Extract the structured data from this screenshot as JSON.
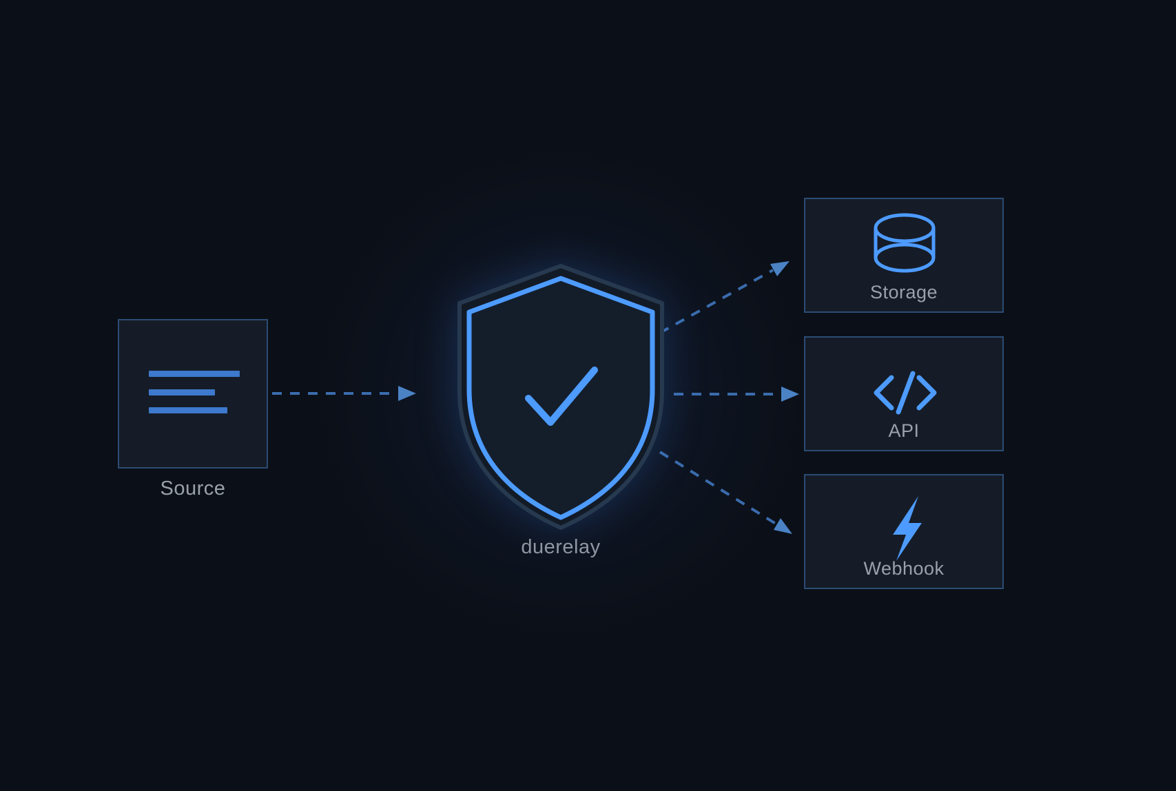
{
  "diagram": {
    "source": {
      "label": "Source",
      "icon": "text-lines-icon"
    },
    "relay": {
      "label": "duerelay",
      "icon": "shield-check-icon"
    },
    "targets": [
      {
        "id": "storage",
        "label": "Storage",
        "icon": "database-icon"
      },
      {
        "id": "api",
        "label": "API",
        "icon": "code-icon"
      },
      {
        "id": "webhook",
        "label": "Webhook",
        "icon": "lightning-bolt-icon"
      }
    ],
    "flows": [
      {
        "from": "Source",
        "to": "duerelay"
      },
      {
        "from": "duerelay",
        "to": "Storage"
      },
      {
        "from": "duerelay",
        "to": "API"
      },
      {
        "from": "duerelay",
        "to": "Webhook"
      }
    ],
    "colors": {
      "background": "#0b0f17",
      "accent_blue": "#4d9bff",
      "arrow_dash": "#3a6cad",
      "arrow_head": "#4a82c4",
      "box_border": "#2c4c74",
      "box_fill": "#151c27",
      "label_gray": "#99a1ab",
      "shield_outer_outline": "#26394f"
    }
  }
}
